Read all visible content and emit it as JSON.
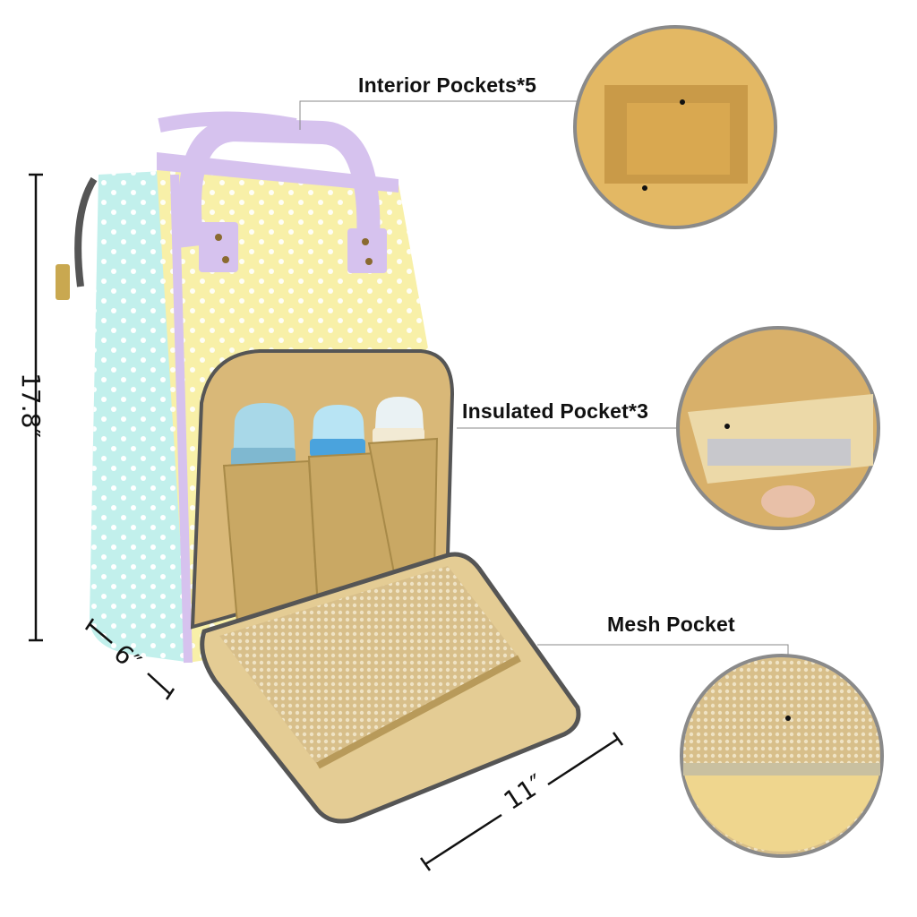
{
  "callouts": [
    {
      "label": "Interior Pockets*5"
    },
    {
      "label": "Insulated Pocket*3"
    },
    {
      "label": "Mesh Pocket"
    }
  ],
  "dimensions": {
    "height": "17.8″",
    "depth": "6″",
    "width": "11″"
  },
  "colors": {
    "bag_yellow": "#f8f0a8",
    "bag_mint": "#c2f0ec",
    "bag_lilac": "#d6c2ee",
    "lining_tan": "#d9b878",
    "circle_border": "#7a7a7a"
  }
}
